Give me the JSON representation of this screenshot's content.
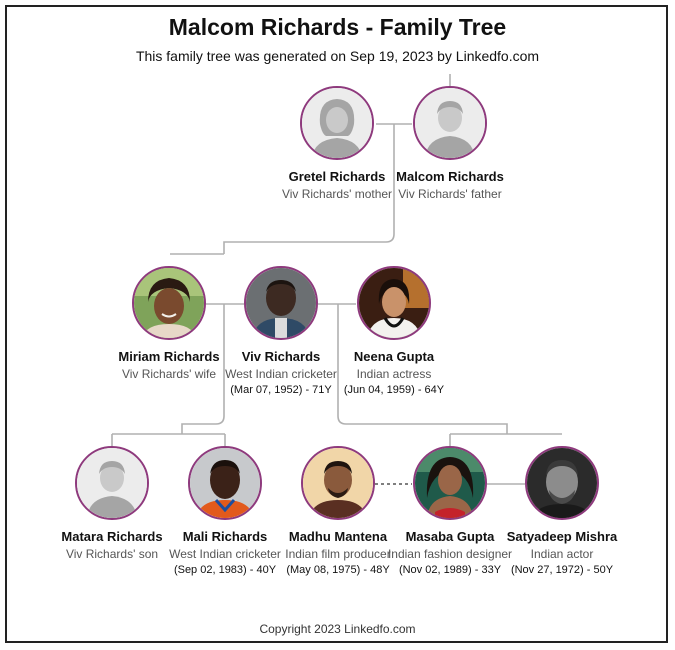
{
  "title": "Malcom Richards - Family Tree",
  "subtitle": "This family tree was generated on Sep 19, 2023 by Linkedfo.com",
  "copyright": "Copyright 2023 Linkedfo.com",
  "accent_color": "#8e3a7d",
  "line_color": "#b0b0b0",
  "people": {
    "gretel": {
      "name": "Gretel Richards",
      "role": "Viv Richards' mother",
      "dates": "",
      "photo": "placeholder-female-icon"
    },
    "malcom": {
      "name": "Malcom Richards",
      "role": "Viv Richards' father",
      "dates": "",
      "photo": "placeholder-male-icon"
    },
    "miriam": {
      "name": "Miriam Richards",
      "role": "Viv Richards' wife",
      "dates": "",
      "photo": "portrait-photo"
    },
    "viv": {
      "name": "Viv Richards",
      "role": "West Indian cricketer",
      "dates": "(Mar 07, 1952) - 71Y",
      "photo": "portrait-photo"
    },
    "neena": {
      "name": "Neena Gupta",
      "role": "Indian actress",
      "dates": "(Jun 04, 1959) - 64Y",
      "photo": "portrait-photo"
    },
    "matara": {
      "name": "Matara Richards",
      "role": "Viv Richards' son",
      "dates": "",
      "photo": "placeholder-male-icon"
    },
    "mali": {
      "name": "Mali Richards",
      "role": "West Indian cricketer",
      "dates": "(Sep 02, 1983) - 40Y",
      "photo": "portrait-photo"
    },
    "madhu": {
      "name": "Madhu Mantena",
      "role": "Indian film producer",
      "dates": "(May 08, 1975) - 48Y",
      "photo": "portrait-photo"
    },
    "masaba": {
      "name": "Masaba Gupta",
      "role": "Indian fashion designer",
      "dates": "(Nov 02, 1989) - 33Y",
      "photo": "portrait-photo"
    },
    "satyadeep": {
      "name": "Satyadeep Mishra",
      "role": "Indian actor",
      "dates": "(Nov 27, 1972) - 50Y",
      "photo": "portrait-photo"
    }
  }
}
